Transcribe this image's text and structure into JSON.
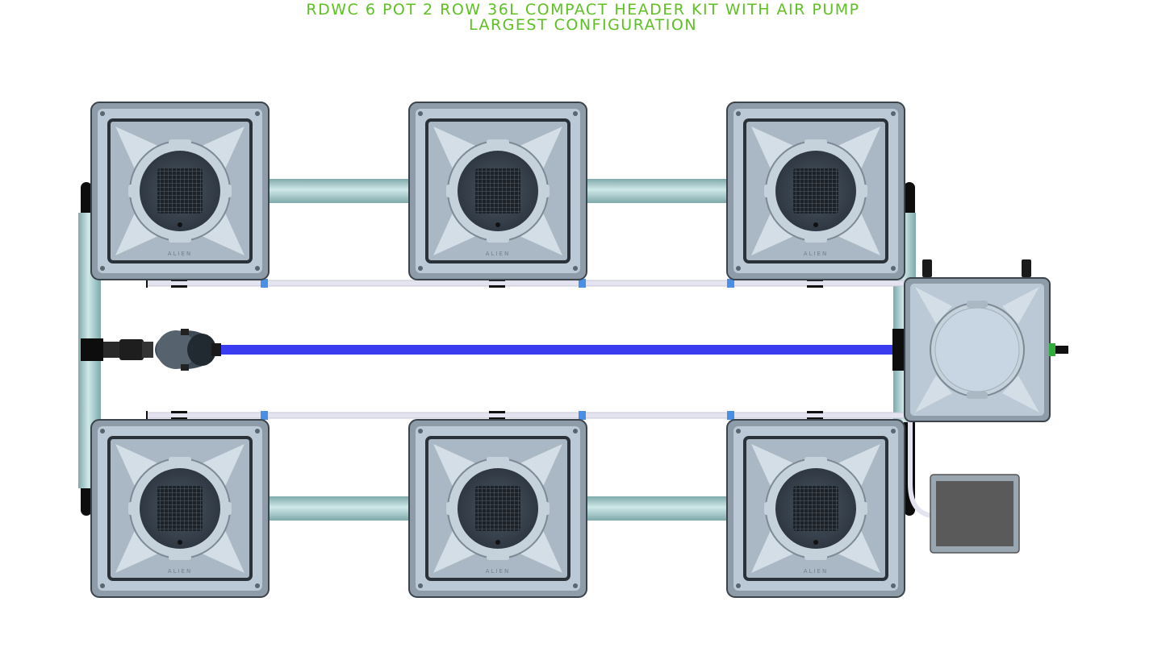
{
  "header": {
    "title_line1": "RDWC 6 POT 2 ROW 36L COMPACT HEADER KIT WITH AIR PUMP",
    "title_line2": "LARGEST CONFIGURATION"
  },
  "pot_brand": "ALIEN",
  "pots": [
    {
      "row": "top",
      "index": 1
    },
    {
      "row": "top",
      "index": 2
    },
    {
      "row": "top",
      "index": 3
    },
    {
      "row": "bottom",
      "index": 1
    },
    {
      "row": "bottom",
      "index": 2
    },
    {
      "row": "bottom",
      "index": 3
    }
  ],
  "components": {
    "header_tank": "header-tank",
    "pump": "water-pump",
    "air_pump": "air-pump",
    "return_line": "blue-return-line",
    "air_lines": "air-lines"
  },
  "colors": {
    "title": "#5dc122",
    "pot_body": "#b9c8d4",
    "pipe": "#a8cfd0",
    "return_line": "#3a3cf0",
    "air_line": "#e4e4f0",
    "air_pump": "#5a5a5a"
  }
}
